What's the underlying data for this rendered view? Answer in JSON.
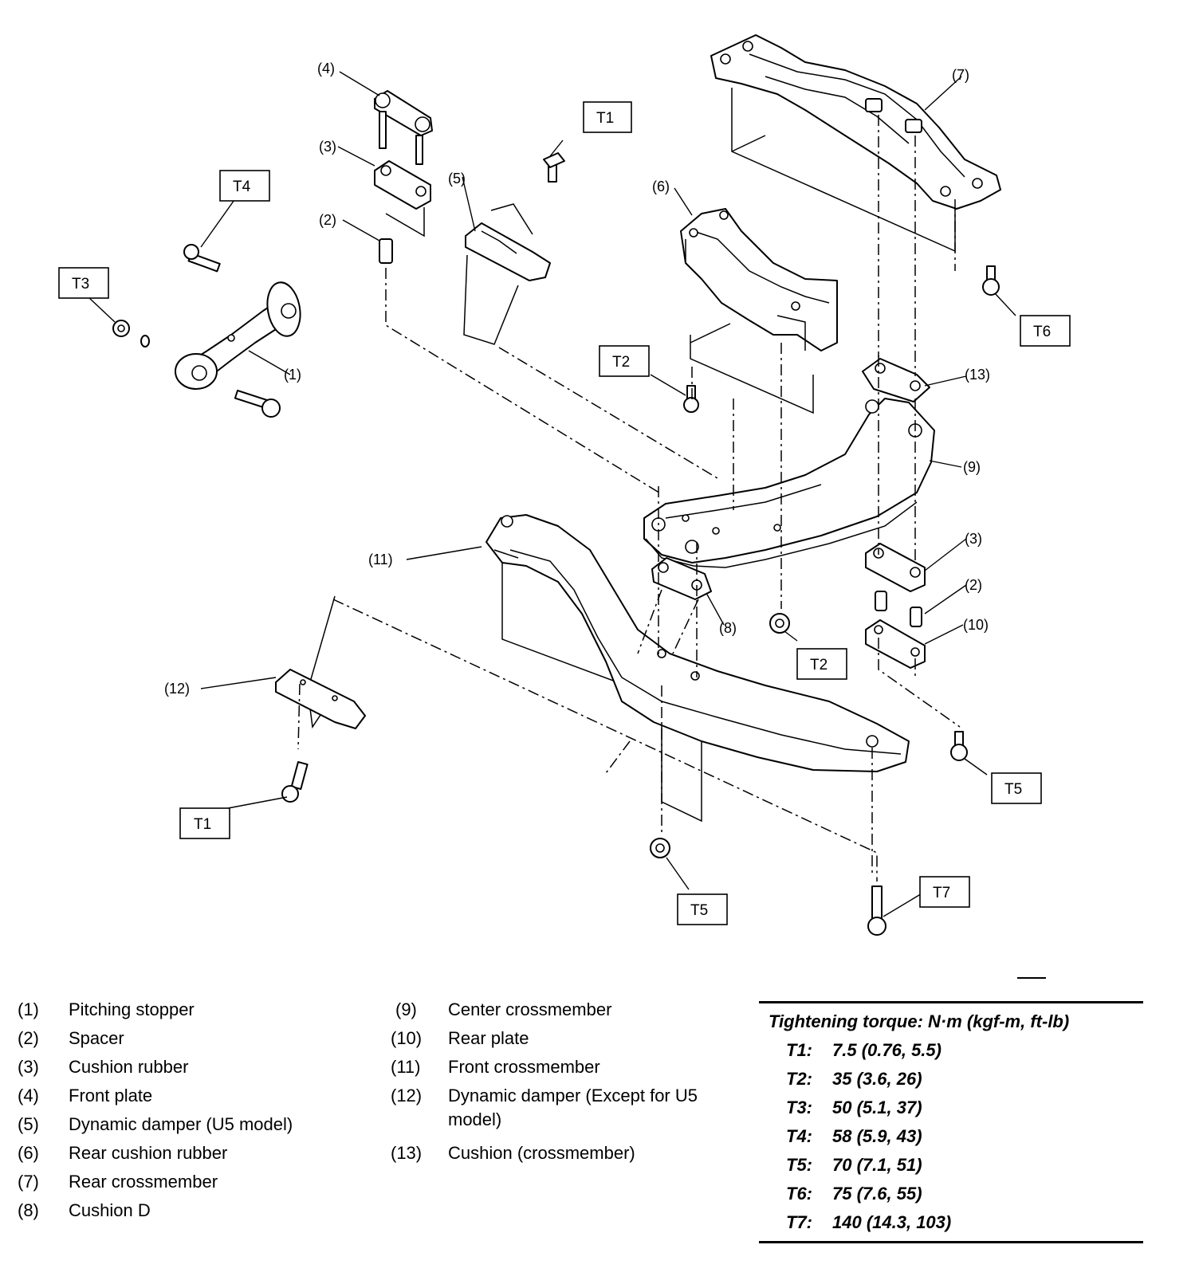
{
  "callouts": [
    "(1)",
    "(2)",
    "(3)",
    "(4)",
    "(5)",
    "(6)",
    "(7)",
    "(8)",
    "(9)",
    "(10)",
    "(11)",
    "(12)",
    "(13)"
  ],
  "torque_tags": [
    "T1",
    "T2",
    "T3",
    "T4",
    "T5",
    "T6",
    "T7"
  ],
  "legend": [
    {
      "num": "(1)",
      "name": "Pitching stopper"
    },
    {
      "num": "(2)",
      "name": "Spacer"
    },
    {
      "num": "(3)",
      "name": "Cushion rubber"
    },
    {
      "num": "(4)",
      "name": "Front plate"
    },
    {
      "num": "(5)",
      "name": "Dynamic damper (U5 model)"
    },
    {
      "num": "(6)",
      "name": "Rear cushion rubber"
    },
    {
      "num": "(7)",
      "name": "Rear crossmember"
    },
    {
      "num": "(8)",
      "name": "Cushion D"
    },
    {
      "num": "(9)",
      "name": "Center crossmember"
    },
    {
      "num": "(10)",
      "name": "Rear plate"
    },
    {
      "num": "(11)",
      "name": "Front crossmember"
    },
    {
      "num": "(12)",
      "name": "Dynamic damper (Except for U5",
      "name2": "model)"
    },
    {
      "num": "(13)",
      "name": "Cushion (crossmember)"
    }
  ],
  "torque": {
    "title": "Tightening torque: N·m (kgf-m, ft-lb)",
    "rows": [
      {
        "code": "T1:",
        "value": "7.5 (0.76, 5.5)"
      },
      {
        "code": "T2:",
        "value": "35 (3.6, 26)"
      },
      {
        "code": "T3:",
        "value": "50 (5.1, 37)"
      },
      {
        "code": "T4:",
        "value": "58 (5.9, 43)"
      },
      {
        "code": "T5:",
        "value": "70 (7.1, 51)"
      },
      {
        "code": "T6:",
        "value": "75 (7.6, 55)"
      },
      {
        "code": "T7:",
        "value": "140 (14.3, 103)"
      }
    ]
  }
}
